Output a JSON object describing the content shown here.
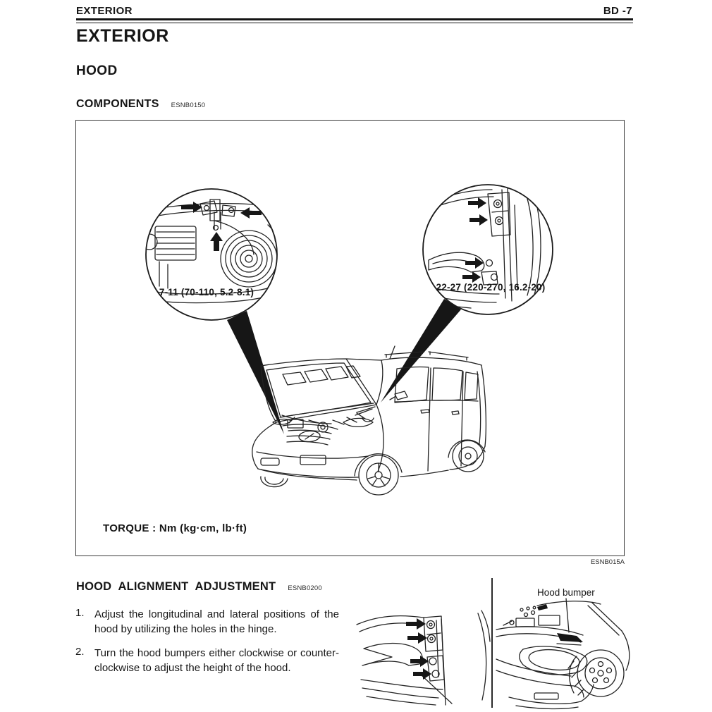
{
  "header": {
    "section": "EXTERIOR",
    "page_number": "BD -7"
  },
  "title": "EXTERIOR",
  "hood_heading": "HOOD",
  "components": {
    "heading": "COMPONENTS",
    "code": "ESNB0150"
  },
  "figure": {
    "callout_left": "7-11 (70-110, 5.2-8.1)",
    "callout_right": "22-27 (220-270, 16.2-20)",
    "torque_note": "TORQUE : Nm (kg·cm, lb·ft)",
    "code": "ESNB015A"
  },
  "adjustment": {
    "heading": "HOOD ALIGNMENT ADJUSTMENT",
    "code": "ESNB0200",
    "steps": [
      {
        "num": "1.",
        "text": "Adjust the longitudinal and lateral positions of the hood by utilizing the holes in the hinge."
      },
      {
        "num": "2.",
        "text": "Turn the hood bumpers either clockwise or counter-clockwise to adjust the height of the hood."
      }
    ],
    "figure_label": "Hood bumper"
  },
  "colors": {
    "ink": "#161616",
    "paper": "#ffffff"
  }
}
